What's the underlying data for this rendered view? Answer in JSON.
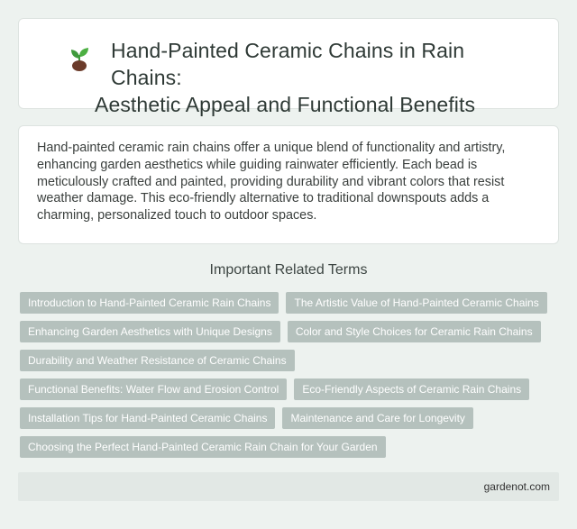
{
  "header": {
    "icon": "sprout-icon",
    "title_line1": "Hand-Painted Ceramic Chains in Rain Chains:",
    "title_line2": "Aesthetic Appeal and Functional Benefits"
  },
  "description": "Hand-painted ceramic rain chains offer a unique blend of functionality and artistry, enhancing garden aesthetics while guiding rainwater efficiently. Each bead is meticulously crafted and painted, providing durability and vibrant colors that resist weather damage. This eco-friendly alternative to traditional downspouts adds a charming, personalized touch to outdoor spaces.",
  "related": {
    "heading": "Important Related Terms",
    "rows": [
      [
        "Introduction to Hand-Painted Ceramic Rain Chains",
        "The Artistic Value of Hand-Painted Ceramic Chains"
      ],
      [
        "Enhancing Garden Aesthetics with Unique Designs",
        "Color and Style Choices for Ceramic Rain Chains"
      ],
      [
        "Durability and Weather Resistance of Ceramic Chains"
      ],
      [
        "Functional Benefits: Water Flow and Erosion Control",
        "Eco-Friendly Aspects of Ceramic Rain Chains"
      ],
      [
        "Installation Tips for Hand-Painted Ceramic Chains",
        "Maintenance and Care for Longevity"
      ],
      [
        "Choosing the Perfect Hand-Painted Ceramic Rain Chain for Your Garden"
      ]
    ]
  },
  "footer": {
    "site": "gardenot.com"
  },
  "colors": {
    "background": "#edf2ef",
    "tag": "#b5c1bd",
    "sprout_leaf": "#3f9a3c",
    "sprout_soil": "#6b3b2a"
  }
}
